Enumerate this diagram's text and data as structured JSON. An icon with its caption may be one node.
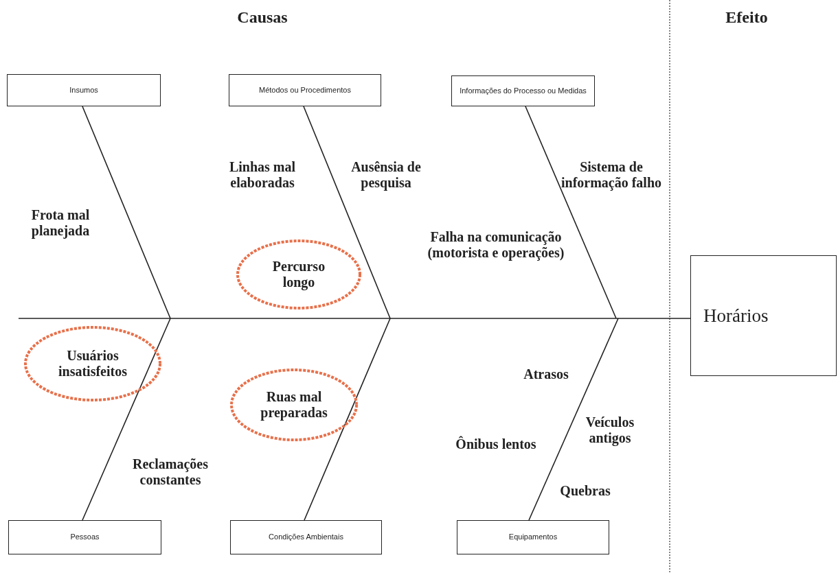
{
  "diagram": {
    "nodes": [
      {
        "text": [
          "Insumos"
        ]
      },
      {
        "text": [
          "Métodos ou Procedimentos"
        ]
      },
      {
        "text": [
          "Informações do Processo ou Medidas"
        ]
      },
      {
        "text": [
          "Percurso longo"
        ]
      },
      {
        "text": [
          "Horários"
        ]
      },
      {
        "text": [
          "Usuários insatisfeitos"
        ]
      },
      {
        "text": [
          "Ruas mal preparadas"
        ]
      },
      {
        "text": [
          "Pessoas"
        ]
      },
      {
        "text": [
          "Condições Ambientais"
        ]
      },
      {
        "text": [
          "Equipamentos"
        ]
      }
    ],
    "edges": [
      {
        "from": 0,
        "to": null,
        "arrow": "none"
      },
      {
        "from": 1,
        "to": null,
        "arrow": "none"
      },
      {
        "from": 2,
        "to": null,
        "arrow": "none"
      },
      {
        "from": 7,
        "to": null,
        "arrow": "none"
      },
      {
        "from": 8,
        "to": null,
        "arrow": "none"
      },
      {
        "from": 9,
        "to": null,
        "arrow": "none"
      },
      {
        "from": null,
        "to": 4,
        "arrow": "none"
      }
    ],
    "labels": [
      "Causas",
      "Efeito",
      "Linhas mal elaboradas",
      "Ausênsia de pesquisa",
      "Sistema de informação falho",
      "Frota mal planejada",
      "Falha na comunicação (motorista e operações)",
      "Atrasos",
      "Veículos antigos",
      "Ônibus lentos",
      "Reclamações constantes",
      "Quebras"
    ]
  }
}
